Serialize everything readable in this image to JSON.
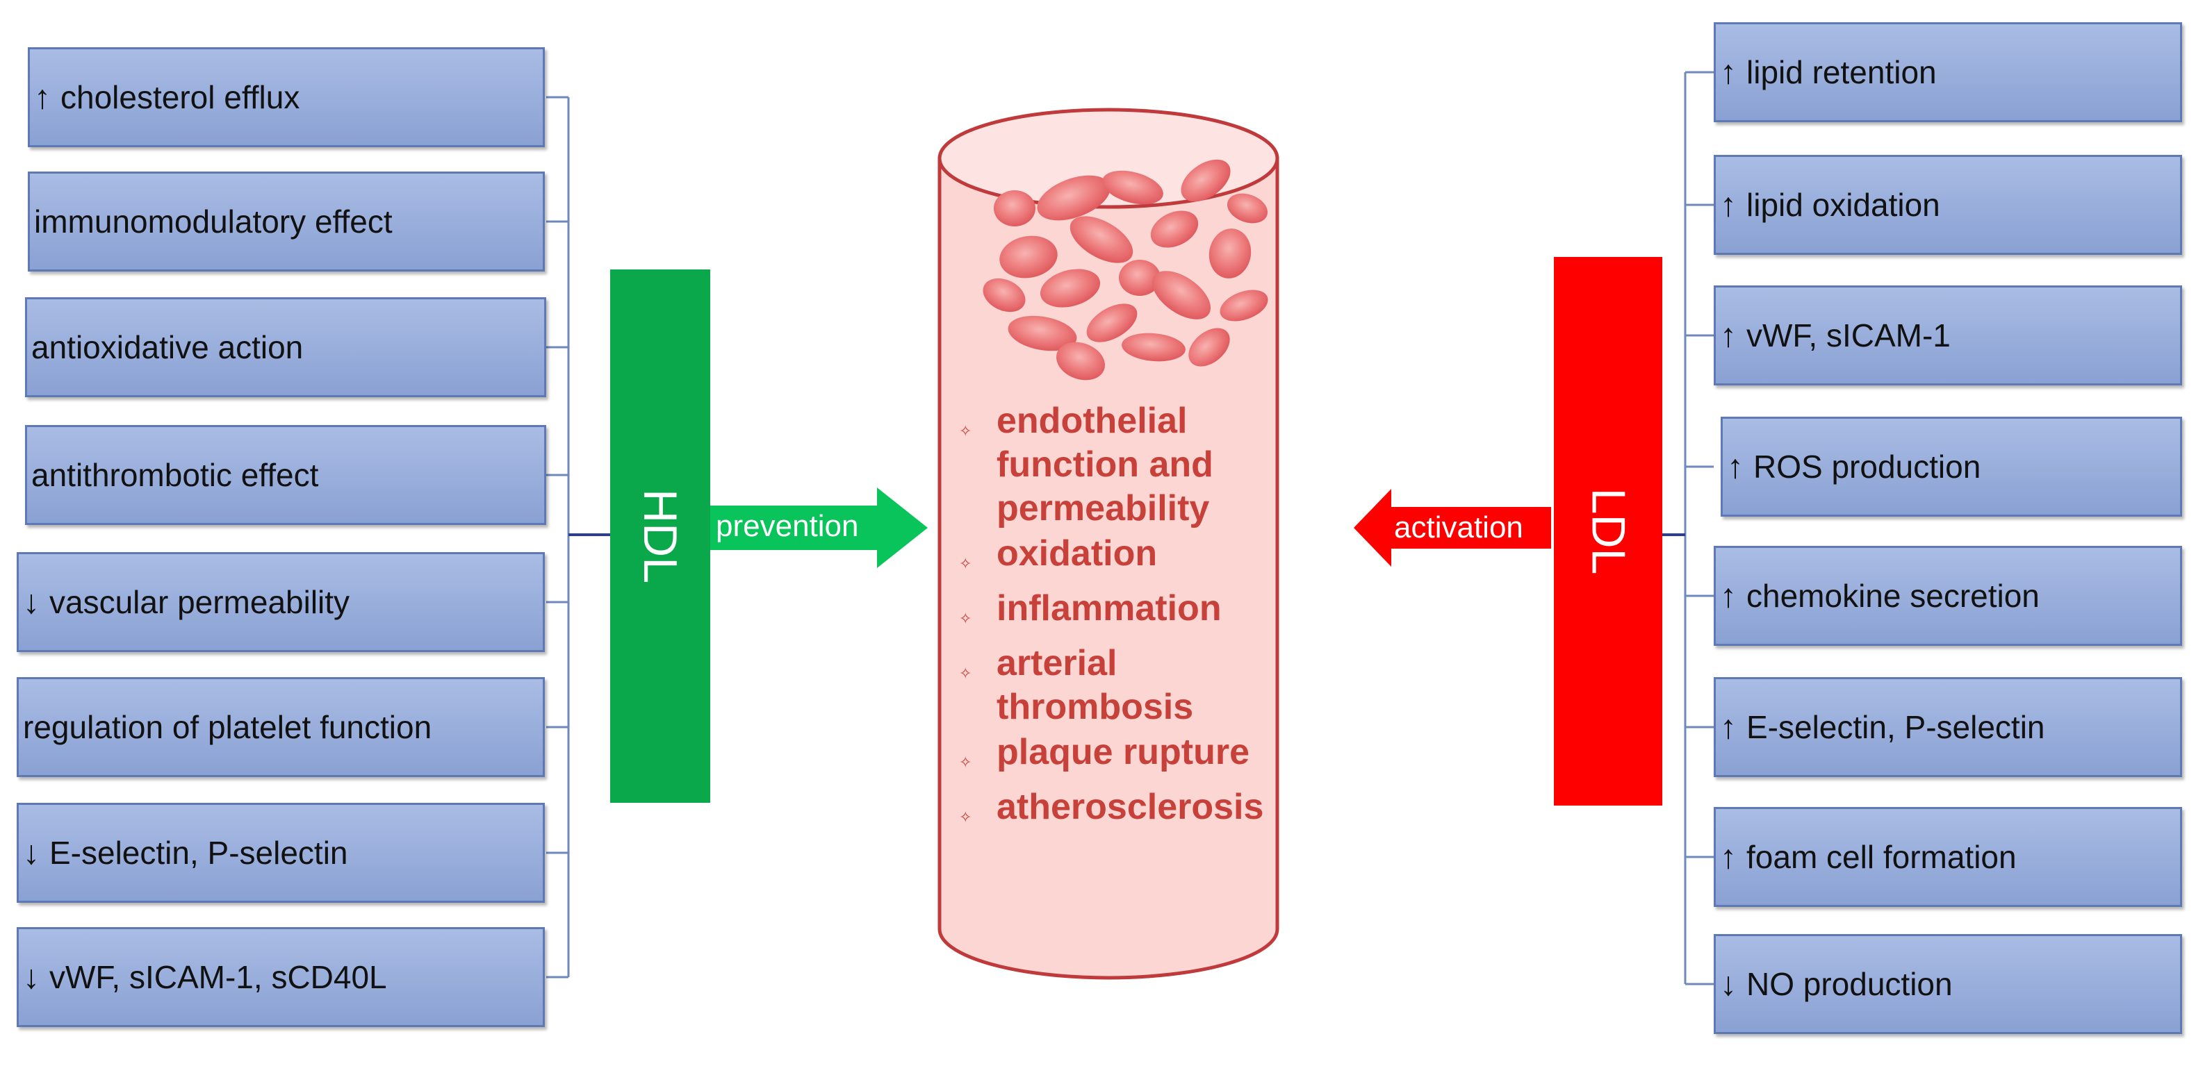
{
  "hdl": {
    "label": "HDL",
    "arrow_label": "prevention",
    "color": "#0aa84a",
    "arrow_color": "#08c45a",
    "items": [
      {
        "arrow": "↑",
        "text": "cholesterol efflux"
      },
      {
        "arrow": "",
        "text": "immunomodulatory effect"
      },
      {
        "arrow": "",
        "text": "antioxidative action"
      },
      {
        "arrow": "",
        "text": "antithrombotic effect"
      },
      {
        "arrow": "↓",
        "text": "vascular permeability"
      },
      {
        "arrow": "",
        "text": "regulation of platelet function"
      },
      {
        "arrow": "↓",
        "text": "E-selectin, P-selectin"
      },
      {
        "arrow": "↓",
        "text": "vWF, sICAM-1, sCD40L"
      }
    ]
  },
  "ldl": {
    "label": "LDL",
    "arrow_label": "activation",
    "color": "#ff0000",
    "items": [
      {
        "arrow": "↑",
        "text": "lipid retention"
      },
      {
        "arrow": "↑",
        "text": "lipid oxidation"
      },
      {
        "arrow": "↑",
        "text": "vWF, sICAM-1"
      },
      {
        "arrow": "↑",
        "text": "ROS production"
      },
      {
        "arrow": "↑",
        "text": "chemokine secretion"
      },
      {
        "arrow": "↑",
        "text": "E-selectin, P-selectin"
      },
      {
        "arrow": "↑",
        "text": "foam cell formation"
      },
      {
        "arrow": "↓",
        "text": "NO production"
      }
    ]
  },
  "vessel": {
    "fill_color": "#fbd6d3",
    "border_color": "#c0393b",
    "text_color": "#c8403a",
    "bullet_symbol": "✧",
    "outcomes": [
      "endothelial function and permeability",
      "oxidation",
      "inflammation",
      "arterial thrombosis",
      "plaque rupture",
      "atherosclerosis"
    ]
  },
  "colors": {
    "box_fill_top": "#a9bce4",
    "box_fill_bottom": "#8aa1d3",
    "box_border": "#5e79b3",
    "connector": "#6f89bf"
  }
}
